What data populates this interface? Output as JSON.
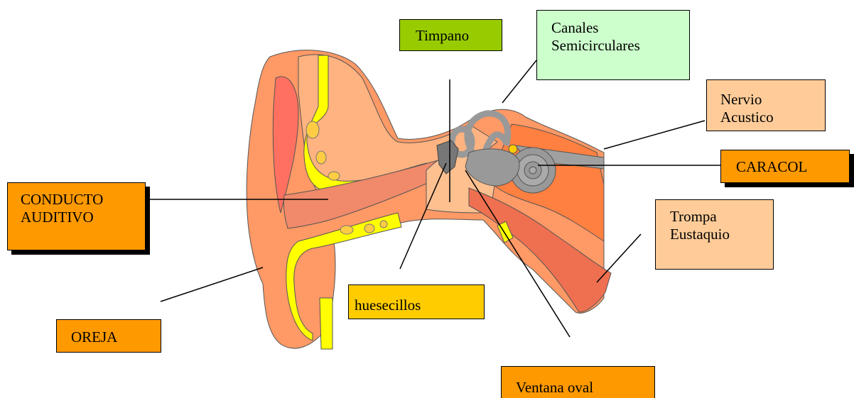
{
  "labels": {
    "timpano": {
      "text": "Timpano",
      "color": "#99cc00"
    },
    "canales": {
      "line1": "Canales",
      "line2": "Semicirculares",
      "color": "#ccffcc"
    },
    "nervio": {
      "line1": "Nervio",
      "line2": "Acustico",
      "color": "#ffcc99"
    },
    "caracol": {
      "text": "CARACOL",
      "color": "#ff9900"
    },
    "conducto": {
      "line1": "CONDUCTO",
      "line2": "AUDITIVO",
      "color": "#ff9900"
    },
    "trompa": {
      "line1": "Trompa",
      "line2": "Eustaquio",
      "color": "#ffcc99"
    },
    "huesecillos": {
      "text": "huesecillos",
      "color": "#ffcc00"
    },
    "oreja": {
      "text": "OREJA",
      "color": "#ff9900"
    },
    "ventana": {
      "text": "Ventana oval",
      "color": "#ff9900"
    }
  },
  "colors": {
    "outer_ear": "#ff9966",
    "skin_light": "#ffb380",
    "cartilage": "#ffff00",
    "canal": "#f08a6a",
    "inner_bone": "#ff8040",
    "cochlea": "#999999",
    "nerve": "#a0a0a0",
    "eustachian": "#ee7050"
  }
}
